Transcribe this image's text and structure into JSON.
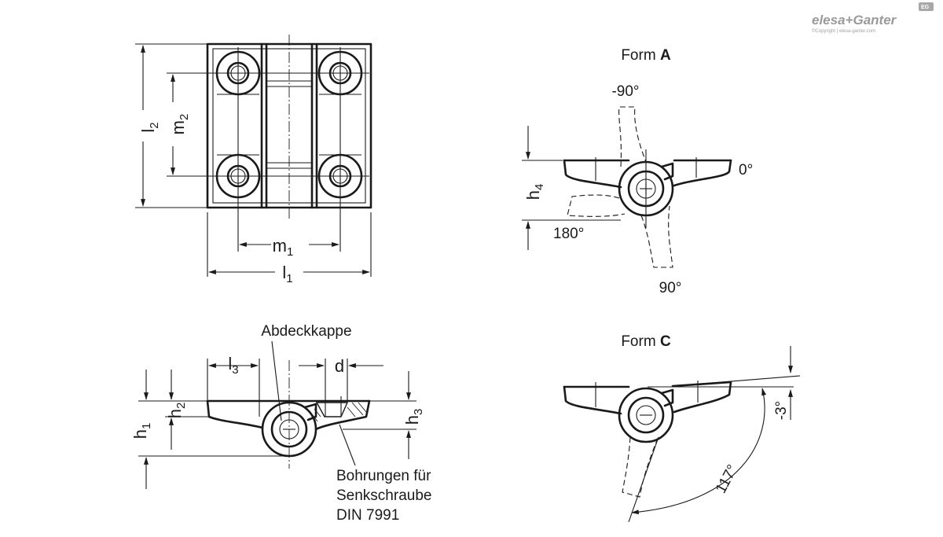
{
  "logo": {
    "brand": "elesa+Ganter",
    "badge": "EG",
    "copyright": "©Copyright | elesa-ganter.com"
  },
  "top_view": {
    "dims": {
      "l2": "l",
      "l2_sub": "2",
      "m2": "m",
      "m2_sub": "2",
      "m1": "m",
      "m1_sub": "1",
      "l1": "l",
      "l1_sub": "1"
    }
  },
  "form_a": {
    "title_prefix": "Form ",
    "title_letter": "A",
    "angle_neg90": "-90°",
    "angle_0": "0°",
    "angle_180": "180°",
    "angle_90": "90°",
    "h4": "h",
    "h4_sub": "4"
  },
  "side_view": {
    "cap_label": "Abdeckkappe",
    "l3": "l",
    "l3_sub": "3",
    "d": "d",
    "h1": "h",
    "h1_sub": "1",
    "h2": "h",
    "h2_sub": "2",
    "h3": "h",
    "h3_sub": "3",
    "note_line1": "Bohrungen für",
    "note_line2": "Senkschraube",
    "note_line3": "DIN 7991"
  },
  "form_c": {
    "title_prefix": "Form ",
    "title_letter": "C",
    "angle_117": "117°",
    "angle_neg3": "-3°"
  }
}
